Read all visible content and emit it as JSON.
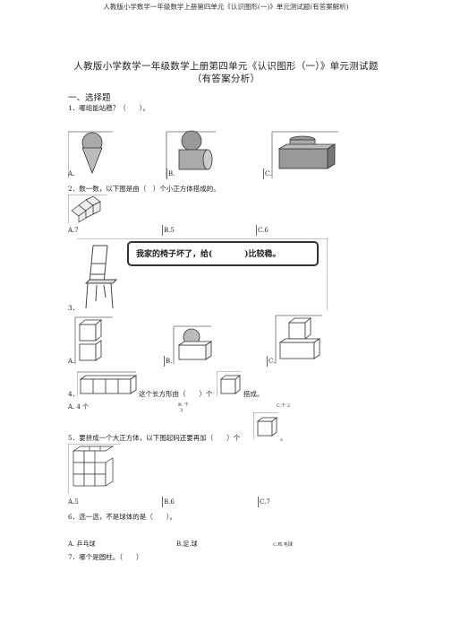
{
  "running_header": "人教版小学数学一年级数学上册第四单元《认识图形(一)》单元测试题(有答案解析)",
  "title_line1": "人教版小学数学一年级数学上册第四单元《认识图形（一）》单元测试题",
  "title_line2": "（有答案分析）",
  "section1": "一、选择题",
  "q1": {
    "text": "1．哪组能站稳？（　　）。",
    "options": [
      "A.",
      "B.",
      "C."
    ]
  },
  "q2": {
    "text": "2．数一数，以下图是由（　）个小正方体搭成的。",
    "options": [
      "A.7",
      "B.5",
      "C.6"
    ]
  },
  "q3": {
    "speech": "我家的椅子坏了，给(　　　　)比较稳。",
    "number": "3．",
    "options": [
      "A.",
      "B.",
      "C."
    ]
  },
  "q4": {
    "pre": "4．",
    "mid": "这个长方形由（　　）个",
    "post": "搭成。",
    "options": [
      "A. 4 个",
      "B. 个",
      "3",
      "C.个 2"
    ]
  },
  "q5": {
    "text": "5．要拼成一个大正方体，以下图起码还要再加（　　）个",
    "end": "。",
    "options": [
      "A.5",
      "B.6",
      "C.7"
    ]
  },
  "q6": {
    "text": "6．选一选，不是球体的是（　　）。",
    "options": [
      "A. 乒乓球",
      "B.足.球",
      "C.鸡.毛球"
    ]
  },
  "q7": {
    "text": "7．哪个是圆柱。（　　）"
  }
}
